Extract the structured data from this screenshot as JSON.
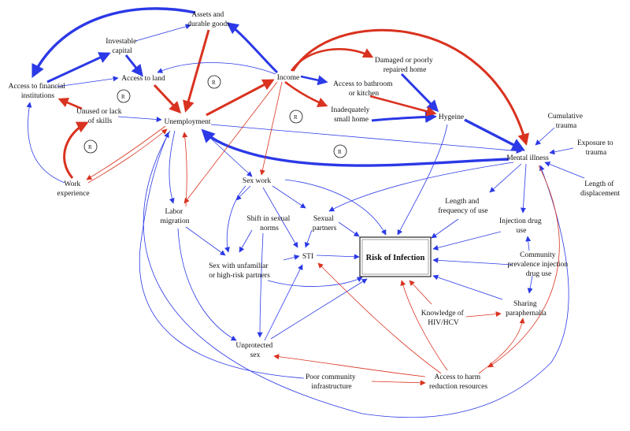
{
  "colors": {
    "positive_link": "#2b39e6",
    "negative_link": "#d9321f",
    "text": "#111111"
  },
  "nodes": {
    "assets": [
      "Assets and",
      "durable goods"
    ],
    "investable_capital": [
      "Investable",
      "capital"
    ],
    "access_financial": [
      "Access to financial",
      "institutions"
    ],
    "access_land": [
      "Access to land"
    ],
    "income": [
      "Income"
    ],
    "damaged_home": [
      "Damaged or poorly",
      "repaired home"
    ],
    "access_bathroom": [
      "Access to bathroom",
      "or kitchen"
    ],
    "inadequately_small_home": [
      "Inadequately",
      "small home"
    ],
    "hygeine": [
      "Hygeine"
    ],
    "unused_skills": [
      "Unused or lack",
      "of skills"
    ],
    "unemployment": [
      "Unemployment"
    ],
    "cumulative_trauma": [
      "Cumulative",
      "trauma"
    ],
    "exposure_trauma": [
      "Exposure to",
      "trauma"
    ],
    "mental_illness": [
      "Mental illness"
    ],
    "length_displacement": [
      "Length of",
      "displacement"
    ],
    "work_experience": [
      "Work",
      "experience"
    ],
    "sex_work": [
      "Sex work"
    ],
    "labor_migration": [
      "Labor",
      "migration"
    ],
    "shift_norms": [
      "Shift in sexual",
      "norms"
    ],
    "sexual_partners": [
      "Sexual",
      "partners"
    ],
    "length_frequency": [
      "Length and",
      "frequency of use"
    ],
    "injection_drug_use": [
      "Injection drug",
      "use"
    ],
    "risk_of_infection": [
      "Risk of Infection"
    ],
    "sti": [
      "STI"
    ],
    "sex_unfamiliar": [
      "Sex with unfamiliar",
      "or high-risk partners"
    ],
    "community_prevalence": [
      "Community",
      "prevalence injection",
      "drug use"
    ],
    "sharing_paraphernalia": [
      "Sharing",
      "paraphernalia"
    ],
    "knowledge_hiv": [
      "Knowledge of",
      "HIV/HCV"
    ],
    "unprotected_sex": [
      "Unprotected",
      "sex"
    ],
    "poor_infrastructure": [
      "Poor community",
      "infrastructure"
    ],
    "access_harm_reduction": [
      "Access to harm",
      "reduction resources"
    ]
  },
  "loops": [
    "R",
    "R",
    "R",
    "R",
    "R"
  ]
}
